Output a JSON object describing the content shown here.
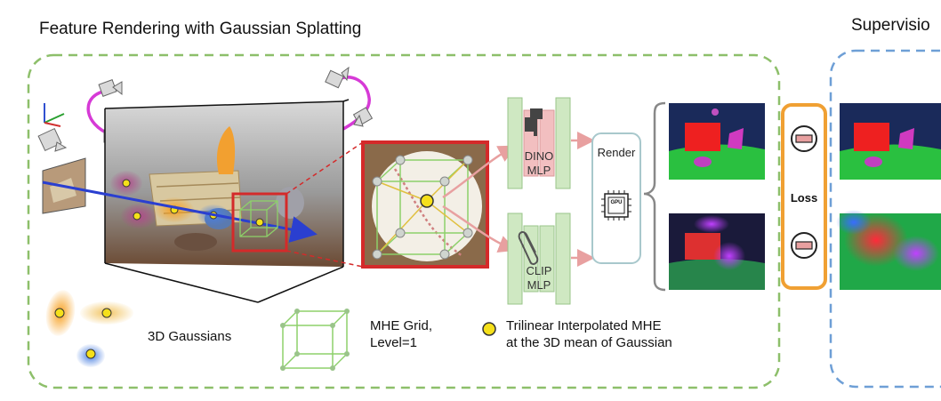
{
  "left_panel": {
    "title": "Feature Rendering with Gaussian Splatting",
    "mlp_top": "DINO\nMLP",
    "mlp_bottom": "CLIP\nMLP",
    "render_label": "Render",
    "gpu_label": "GPU"
  },
  "loss": {
    "label": "Loss"
  },
  "right_panel": {
    "title": "Supervisio"
  },
  "legend": {
    "gaussians_label": "3D Gaussians",
    "mhe_grid_label": "MHE Grid,\nLevel=1",
    "interp_label": "Trilinear Interpolated MHE\nat the 3D mean of Gaussian"
  },
  "colors": {
    "green_border": "#8dbf6a",
    "blue_border": "#6e9fd6",
    "loss_orange": "#f0a033",
    "camera_path": "#d63ad6",
    "ray": "#2a3fd0",
    "zoom_red": "#d42a2a",
    "mlp_green": "#cfe8c2",
    "mlp_red": "#f2bfc0",
    "arrow_pink": "#e8a0a0"
  }
}
